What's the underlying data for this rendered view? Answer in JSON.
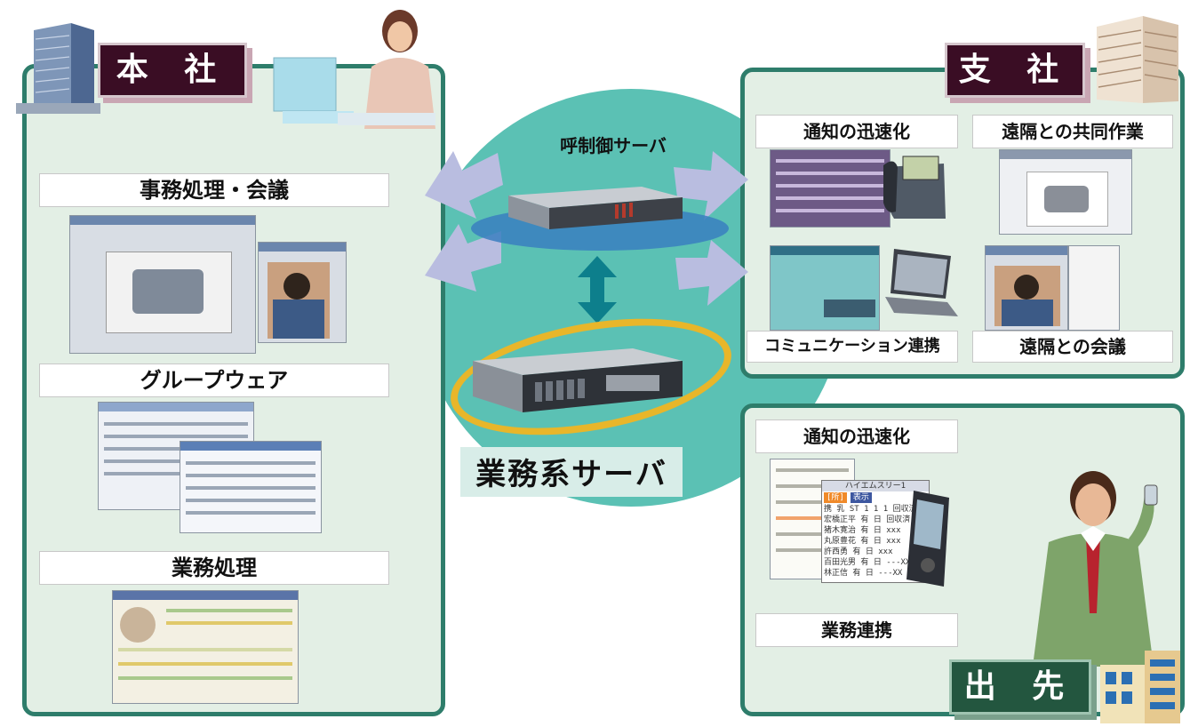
{
  "hq": {
    "title": "本 社",
    "labels": [
      "事務処理・会議",
      "グループウェア",
      "業務処理"
    ]
  },
  "branch": {
    "title": "支 社",
    "labels": [
      "通知の迅速化",
      "遠隔との共同作業",
      "コミュニケーション連携",
      "遠隔との会議"
    ]
  },
  "field": {
    "title": "出 先",
    "labels": [
      "通知の迅速化",
      "業務連携"
    ]
  },
  "center": {
    "call_server": "呼制御サーバ",
    "business_server": "業務系サーバ"
  },
  "phone_screen": {
    "title": "ハイエムスリー1",
    "select": "[所]",
    "button": "表示",
    "rows": [
      "携 乳 ST 1 1 1 回収済",
      "宏橋正平 有 日 回収済",
      "猪木寛治 有 日 xxx",
      "丸原豊花 有 日 xxx",
      "許西勇 有 日 xxx",
      "百田光男 有 日 ---XX 発信",
      "林正信 有 日 ---XX 判断"
    ]
  },
  "colors": {
    "panel_border": "#2e7d6b",
    "panel_fill": "#e3efe5",
    "tag_dark": "#3a0d24",
    "tag_green": "#23563f",
    "disk": "#5bc1b4",
    "arrow": "#b9bde0",
    "ring": "#e8b62a"
  }
}
